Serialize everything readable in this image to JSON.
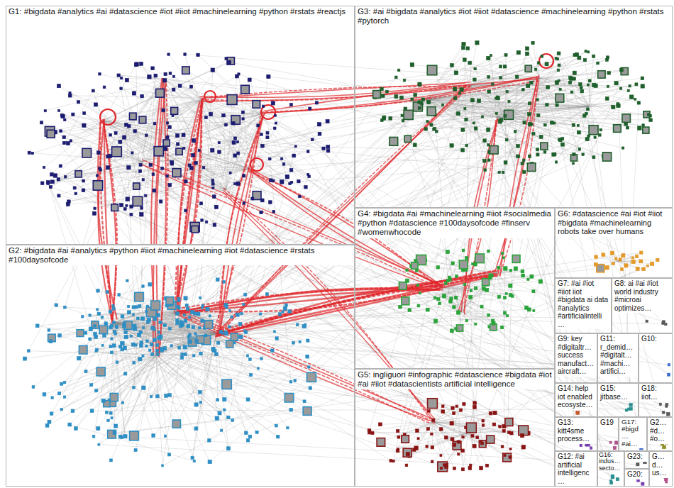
{
  "diagram": {
    "nodes": [
      {
        "text": [
          "G1: #bigdata #analytics #ai #datascience #iot #iiot #machinelearning #python #rstats #reactjs"
        ]
      },
      {
        "text": [
          "G3: #ai #bigdata #analytics #iot #iiot #datascience #machinelearning #python #rstats #pytorch"
        ]
      },
      {
        "text": [
          "G2: #bigdata #ai #analytics #python #iiot #machinelearning #iot #datascience #rstats #100daysofcode"
        ]
      },
      {
        "text": [
          "G4: #bigdata #ai #machinelearning #iiot #socialmedia #python #datascience #100daysofcode #finserv #womenwhocode"
        ]
      },
      {
        "text": [
          "G6: #datascience #ai #iot #iiot #bigdata #machinelearning robots take over humans"
        ]
      },
      {
        "text": [
          "G7: #ai #iot #iiot iiot #bigdata ai data #analytics #artificialintelli…"
        ]
      },
      {
        "text": [
          "G8: ai #ai #iot world industry #microai optimizes…"
        ]
      },
      {
        "text": [
          "G9: key #digitaltr… success manufact… aircraft…"
        ]
      },
      {
        "text": [
          "G11: r_demid… #digitalt… #machi… artifici…"
        ]
      },
      {
        "text": [
          "G10:"
        ]
      },
      {
        "text": [
          "G5: ingliguori #infographic #datascience #bigdata #iot #ai #iiot #datascientists artificial intelligence"
        ]
      },
      {
        "text": [
          "G14: help iot enabled ecosyste…"
        ]
      },
      {
        "text": [
          "G15: jitbase…"
        ]
      },
      {
        "text": [
          "G18: iiot…"
        ]
      },
      {
        "text": [
          "G13: kitt4sme process…"
        ]
      },
      {
        "text": [
          "G19"
        ]
      },
      {
        "text": [
          "G17: #bigd… #ai…"
        ]
      },
      {
        "text": [
          "G2… #d… #o…"
        ]
      },
      {
        "text": [
          "G12: #ai artificial intelligenc…"
        ]
      },
      {
        "text": [
          "G16: indus… secto…"
        ]
      },
      {
        "text": [
          "G23:"
        ]
      },
      {
        "text": [
          "G20:"
        ]
      },
      {
        "text": [
          "G… d… us…"
        ]
      }
    ]
  }
}
